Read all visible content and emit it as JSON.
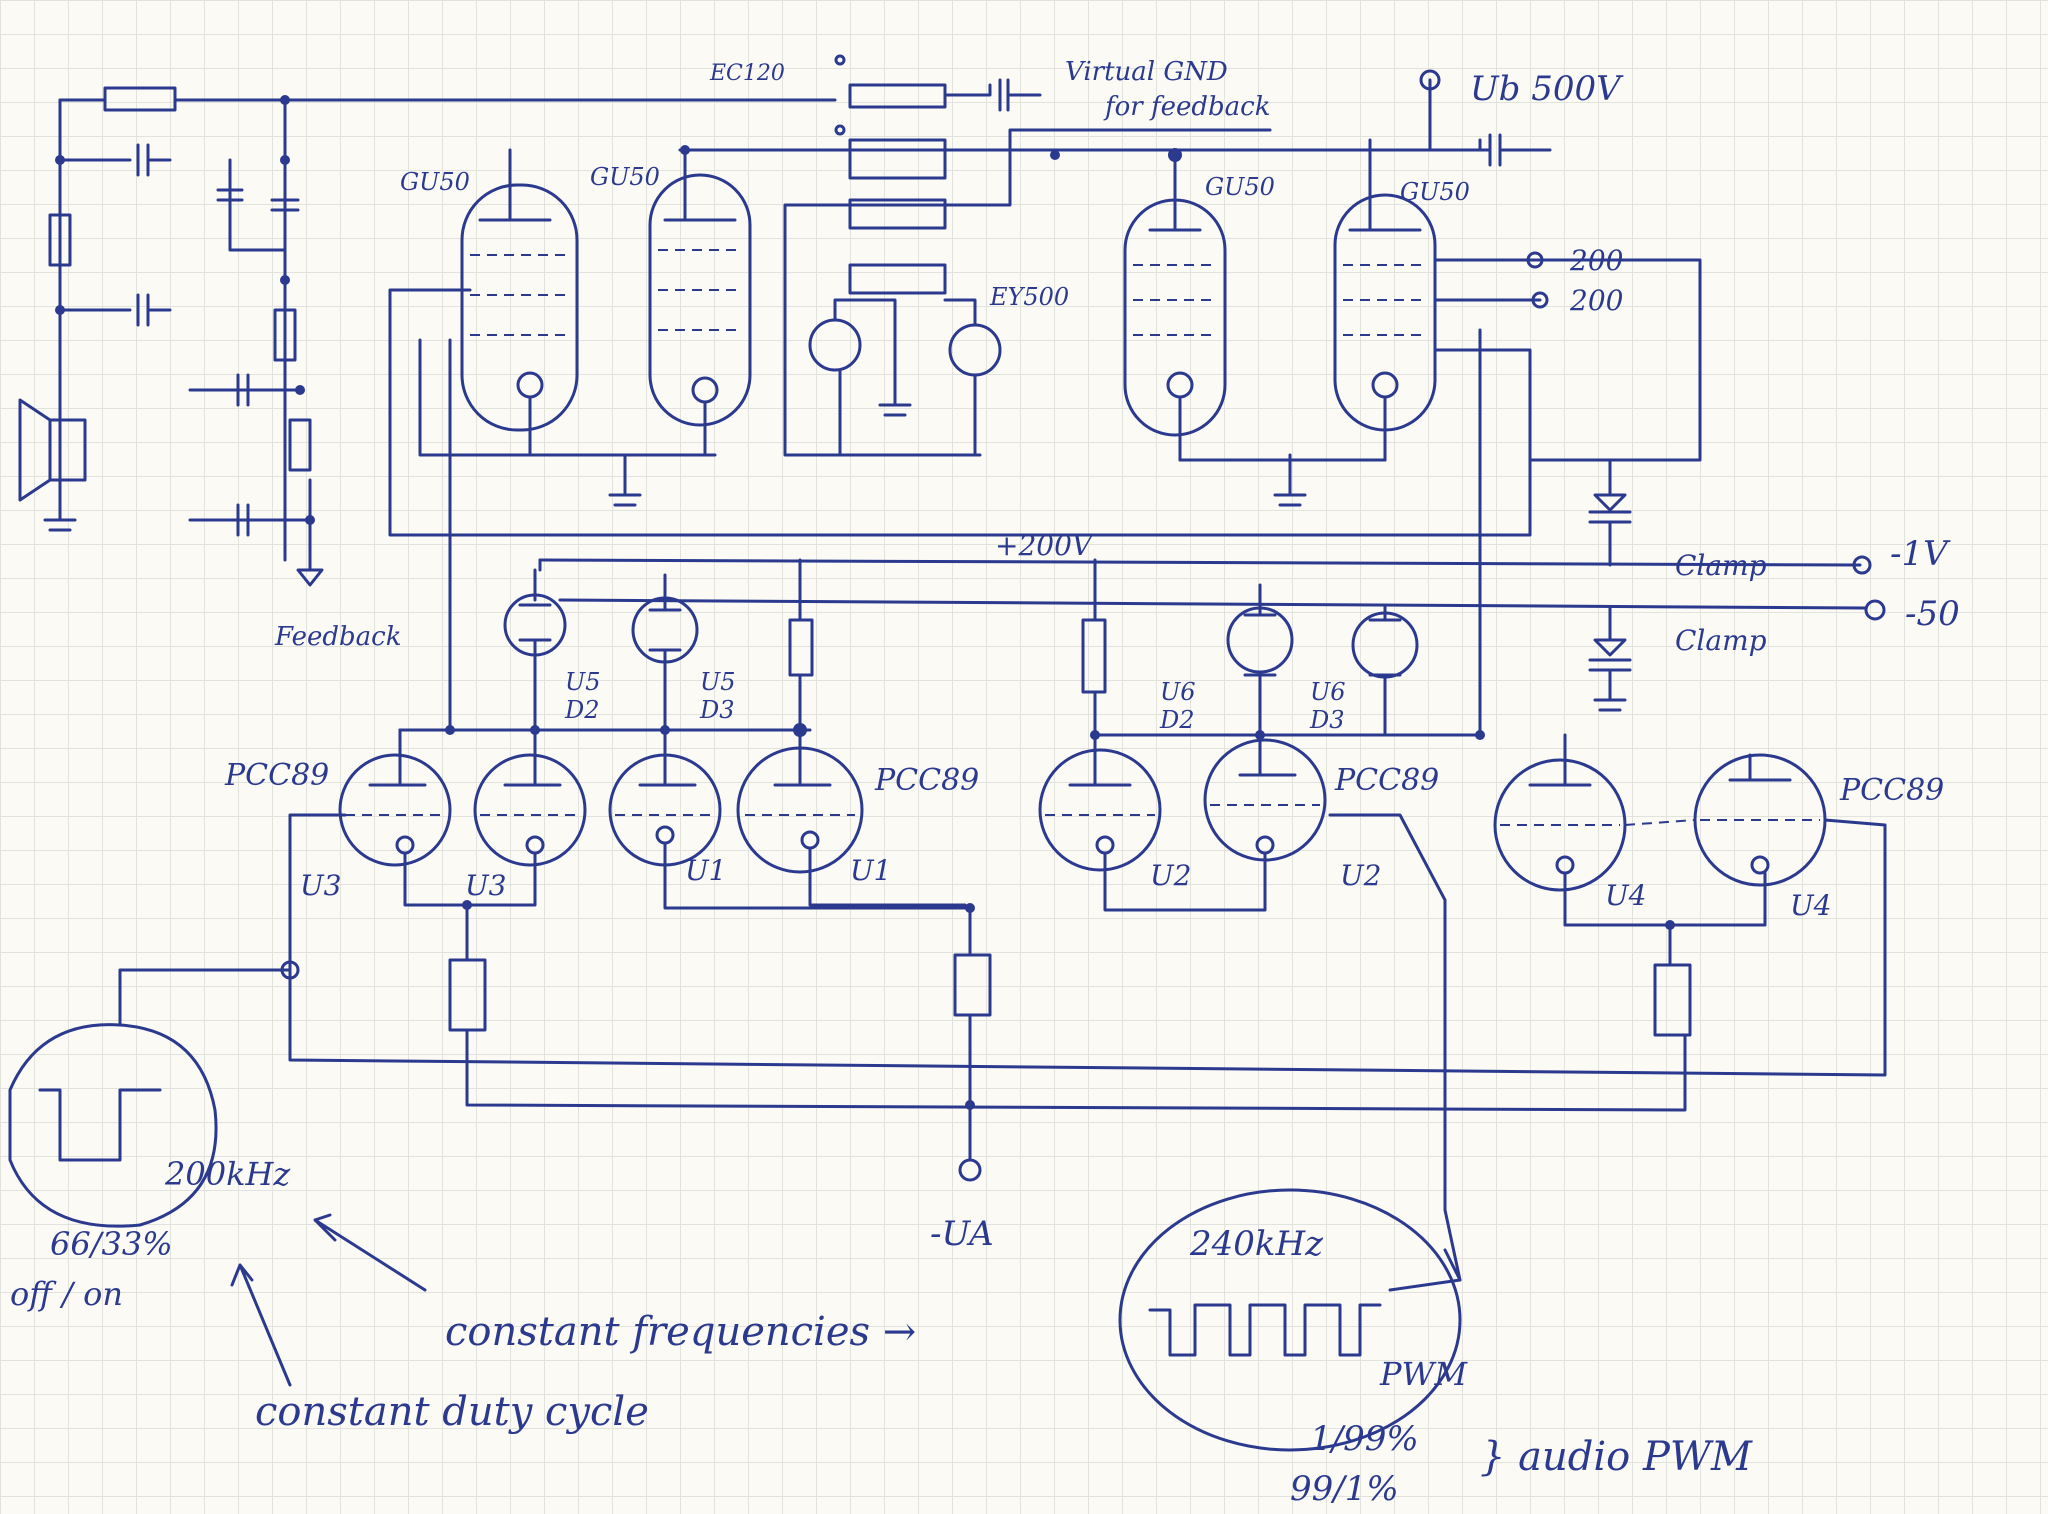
{
  "labels": {
    "ec120": "EC120",
    "virtual_gnd": "Virtual GND",
    "for_feedback": "for feedback",
    "ub": "Ub 500V",
    "gu50_1": "GU50",
    "gu50_2": "GU50",
    "gu50_3": "GU50",
    "gu50_4": "GU50",
    "ey500": "EY500",
    "overline_200": "200",
    "tap_200": "200",
    "plus_200v": "+200V",
    "feedback": "Feedback",
    "clamp1": "Clamp",
    "clamp2": "Clamp",
    "minus_1v": "-1V",
    "minus_50": "-50",
    "u5d2_a": "U5",
    "u5d2_b": "D2",
    "u5d3_a": "U5",
    "u5d3_b": "D3",
    "u6d2_a": "U6",
    "u6d2_b": "D2",
    "u6d3_a": "U6",
    "u6d3_b": "D3",
    "pcc89_1": "PCC89",
    "pcc89_2": "PCC89",
    "pcc89_3": "PCC89",
    "pcc89_4": "PCC89",
    "u3_a": "U3",
    "u3_b": "U3",
    "u1_a": "U1",
    "u1_b": "U1",
    "u2_a": "U2",
    "u2_b": "U2",
    "u4_a": "U4",
    "u4_b": "U4",
    "minus_ua": "-UA",
    "freq_200": "200kHz",
    "duty_66": "66/33%",
    "off_on": "off / on",
    "constant_freq": "constant frequencies →",
    "constant_duty": "constant duty cycle",
    "freq_240": "240kHz",
    "pwm": "PWM",
    "pwm_1_99": "1/99%",
    "pwm_99_1": "99/1%",
    "audio_pwm": "} audio PWM"
  },
  "colors": {
    "ink": "#2b3a8f",
    "paper": "#fbfaf4",
    "grid": "#e3e3de"
  }
}
